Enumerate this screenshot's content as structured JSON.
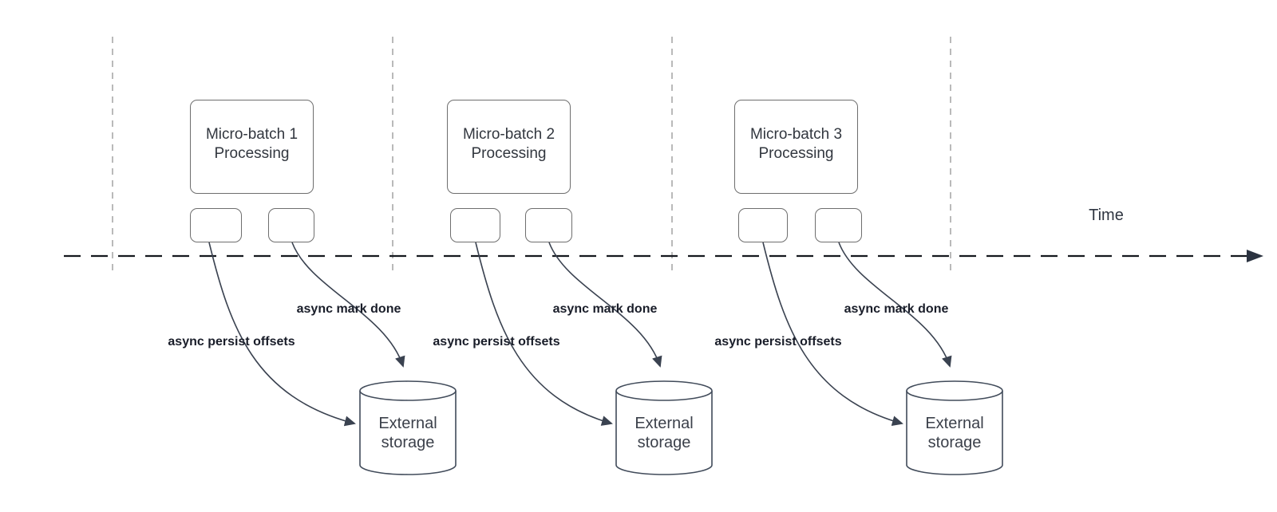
{
  "diagram": {
    "time_axis_label": "Time",
    "groups": [
      {
        "title_line1": "Micro-batch 1",
        "title_line2": "Processing",
        "persist_arrow_label": "async persist offsets",
        "done_arrow_label": "async mark done",
        "storage_line1": "External",
        "storage_line2": "storage"
      },
      {
        "title_line1": "Micro-batch 2",
        "title_line2": "Processing",
        "persist_arrow_label": "async persist offsets",
        "done_arrow_label": "async mark done",
        "storage_line1": "External",
        "storage_line2": "storage"
      },
      {
        "title_line1": "Micro-batch 3",
        "title_line2": "Processing",
        "persist_arrow_label": "async persist offsets",
        "done_arrow_label": "async mark done",
        "storage_line1": "External",
        "storage_line2": "storage"
      }
    ],
    "colors": {
      "box_border": "#6e6e6e",
      "arrow_stroke": "#3a4250",
      "timeline_stroke": "#15181e",
      "guide_line": "#a8a8a8",
      "bold_label_text": "#191d29",
      "box_text": "#32373f",
      "storage_text": "#3c414b"
    }
  }
}
